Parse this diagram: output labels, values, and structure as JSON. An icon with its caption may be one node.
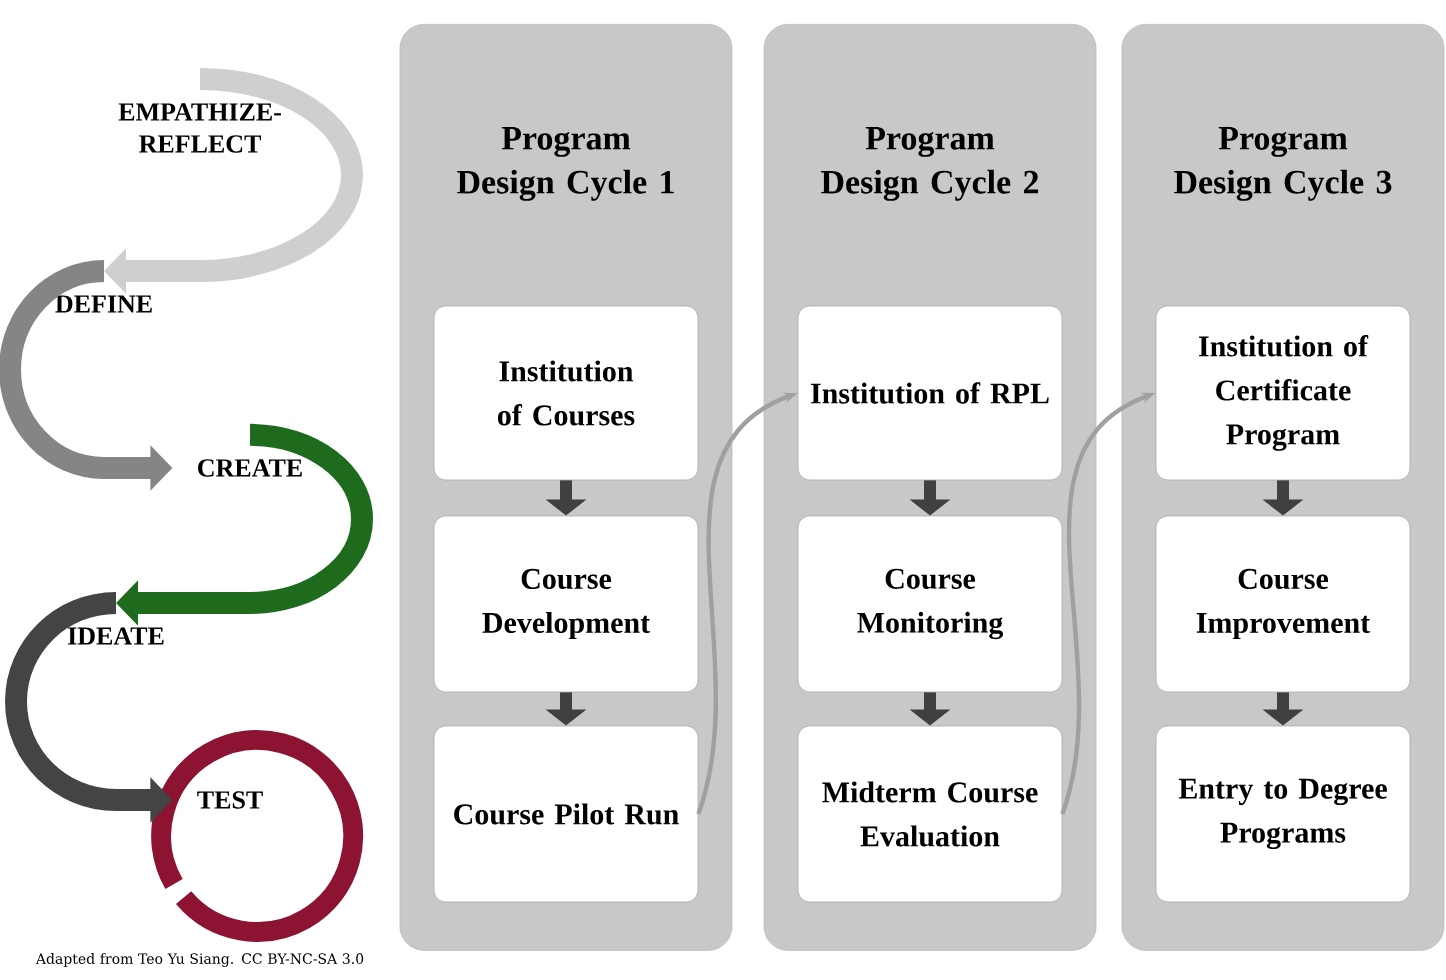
{
  "diagram": {
    "caption": "Adapted from Teo Yu Siang. CC BY-NC-SA 3.0",
    "nodes": [
      {
        "text": [
          "EMPATHIZE- REFLECT"
        ]
      },
      {
        "text": [
          "DEFINE"
        ]
      },
      {
        "text": [
          "CREATE"
        ]
      },
      {
        "text": [
          "IDEATE"
        ]
      },
      {
        "text": [
          "TEST"
        ]
      },
      {
        "text": [
          "Program Design Cycle 1"
        ]
      },
      {
        "text": [
          "Institution of Courses"
        ],
        "in": 5
      },
      {
        "text": [
          "Course Development"
        ],
        "in": 5
      },
      {
        "text": [
          "Course Pilot Run"
        ],
        "in": 5
      },
      {
        "text": [
          "Program Design Cycle 2"
        ]
      },
      {
        "text": [
          "Institution of RPL"
        ],
        "in": 9
      },
      {
        "text": [
          "Course Monitoring"
        ],
        "in": 9
      },
      {
        "text": [
          "Midterm Course Evaluation"
        ],
        "in": 9
      },
      {
        "text": [
          "Program Design Cycle 3"
        ]
      },
      {
        "text": [
          "Institution of Certificate Program"
        ],
        "in": 13
      },
      {
        "text": [
          "Course Improvement"
        ],
        "in": 13
      },
      {
        "text": [
          "Entry to Degree Programs"
        ],
        "in": 13
      }
    ],
    "edges": [
      {
        "from": 0,
        "to": 1,
        "arrow": "to",
        "style": "thick",
        "color": "#cfcfcf"
      },
      {
        "from": 1,
        "to": 2,
        "arrow": "to",
        "style": "thick",
        "color": "#858585"
      },
      {
        "from": 2,
        "to": 3,
        "arrow": "to",
        "style": "thick",
        "color": "#1e6b1e"
      },
      {
        "from": 3,
        "to": 4,
        "arrow": "to",
        "style": "thick",
        "color": "#444444"
      },
      {
        "from": 6,
        "to": 7,
        "arrow": "to"
      },
      {
        "from": 7,
        "to": 8,
        "arrow": "to"
      },
      {
        "from": 8,
        "to": 10,
        "arrow": "to",
        "color": "#a0a0a0"
      },
      {
        "from": 10,
        "to": 11,
        "arrow": "to"
      },
      {
        "from": 11,
        "to": 12,
        "arrow": "to"
      },
      {
        "from": 12,
        "to": 14,
        "arrow": "to",
        "color": "#a0a0a0"
      },
      {
        "from": 14,
        "to": 15,
        "arrow": "to"
      },
      {
        "from": 15,
        "to": 16,
        "arrow": "to"
      }
    ]
  }
}
